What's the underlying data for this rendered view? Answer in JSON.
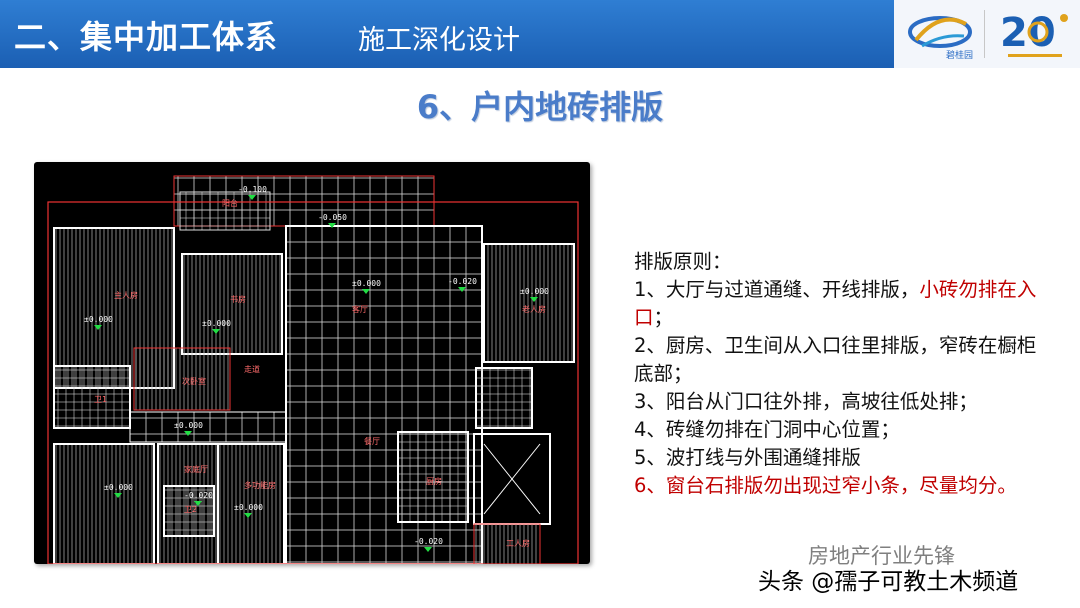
{
  "header": {
    "title": "二、集中加工体系",
    "subtitle": "施工深化设计",
    "logo_text": "碧桂园",
    "anniversary_text": "20"
  },
  "slide": {
    "heading": "6、户内地砖排版"
  },
  "plan": {
    "room_labels": [
      "阳台",
      "客厅",
      "主人房",
      "书房",
      "次卧室",
      "走道",
      "卫1",
      "餐厅",
      "老人房",
      "厨房",
      "卫2",
      "家庭厅",
      "多功能房",
      "工人房"
    ],
    "levels": [
      "-0.100",
      "-0.050",
      "±0.000",
      "±0.000",
      "±0.000",
      "-0.020",
      "±0.000",
      "±0.000",
      "±0.000",
      "-0.020",
      "±0.000",
      "-0.020"
    ]
  },
  "rules": {
    "title": "排版原则：",
    "items": [
      {
        "normal": "1、大厅与过道通缝、开线排版，",
        "red": "小砖勿排在入口",
        "tail": "；"
      },
      {
        "normal": "2、厨房、卫生间从入口往里排版，窄砖在橱柜底部；",
        "red": "",
        "tail": ""
      },
      {
        "normal": "3、阳台从门口往外排，高坡往低处排；",
        "red": "",
        "tail": ""
      },
      {
        "normal": "4、砖缝勿排在门洞中心位置；",
        "red": "",
        "tail": ""
      },
      {
        "normal": "5、波打线与外围通缝排版",
        "red": "",
        "tail": ""
      },
      {
        "normal": "",
        "red": "6、窗台石排版勿出现过窄小条，尽量均分。",
        "tail": ""
      }
    ]
  },
  "watermarks": {
    "line1": "房地产行业先锋",
    "line2": "头条 @孺子可教土木频道"
  },
  "colors": {
    "header_blue": "#1b5fb3",
    "heading_blue": "#4a7cc9",
    "accent_red": "#c00000",
    "cad_bg": "#000000"
  }
}
